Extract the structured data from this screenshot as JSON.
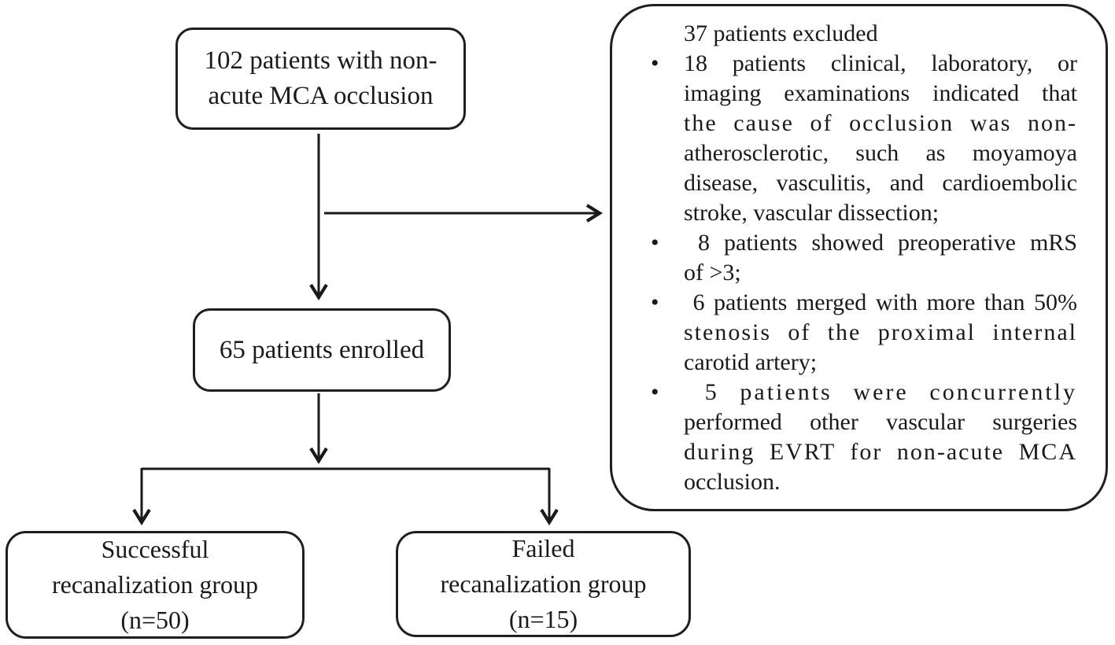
{
  "nodes": {
    "total": {
      "lines": [
        "102 patients with non-",
        "acute MCA occlusion"
      ]
    },
    "enrolled": {
      "label": "65 patients enrolled"
    },
    "success": {
      "lines": [
        "Successful",
        "recanalization group",
        "(n=50)"
      ]
    },
    "failed": {
      "lines": [
        "Failed",
        "recanalization group",
        "(n=15)"
      ]
    }
  },
  "exclusion": {
    "title": "37 patients excluded",
    "bullet_char": "•",
    "bullets": [
      {
        "lines": [
          "18 patients clinical, laboratory, or",
          "imaging examinations indicated that",
          "the cause of occlusion was non-",
          "atherosclerotic, such as moyamoya",
          "disease, vasculitis, and cardioembolic",
          "stroke, vascular dissection;"
        ]
      },
      {
        "lines": [
          " 8 patients showed preoperative mRS",
          "of >3;"
        ]
      },
      {
        "lines": [
          " 6 patients merged with more than 50%",
          "stenosis of the proximal internal",
          "carotid artery;"
        ]
      },
      {
        "lines": [
          " 5 patients were concurrently",
          "performed other vascular surgeries",
          "during EVRT for non-acute MCA",
          "occlusion."
        ]
      }
    ]
  },
  "colors": {
    "line": "#1a1a1a",
    "text": "#1a1a1a",
    "background": "#ffffff"
  }
}
